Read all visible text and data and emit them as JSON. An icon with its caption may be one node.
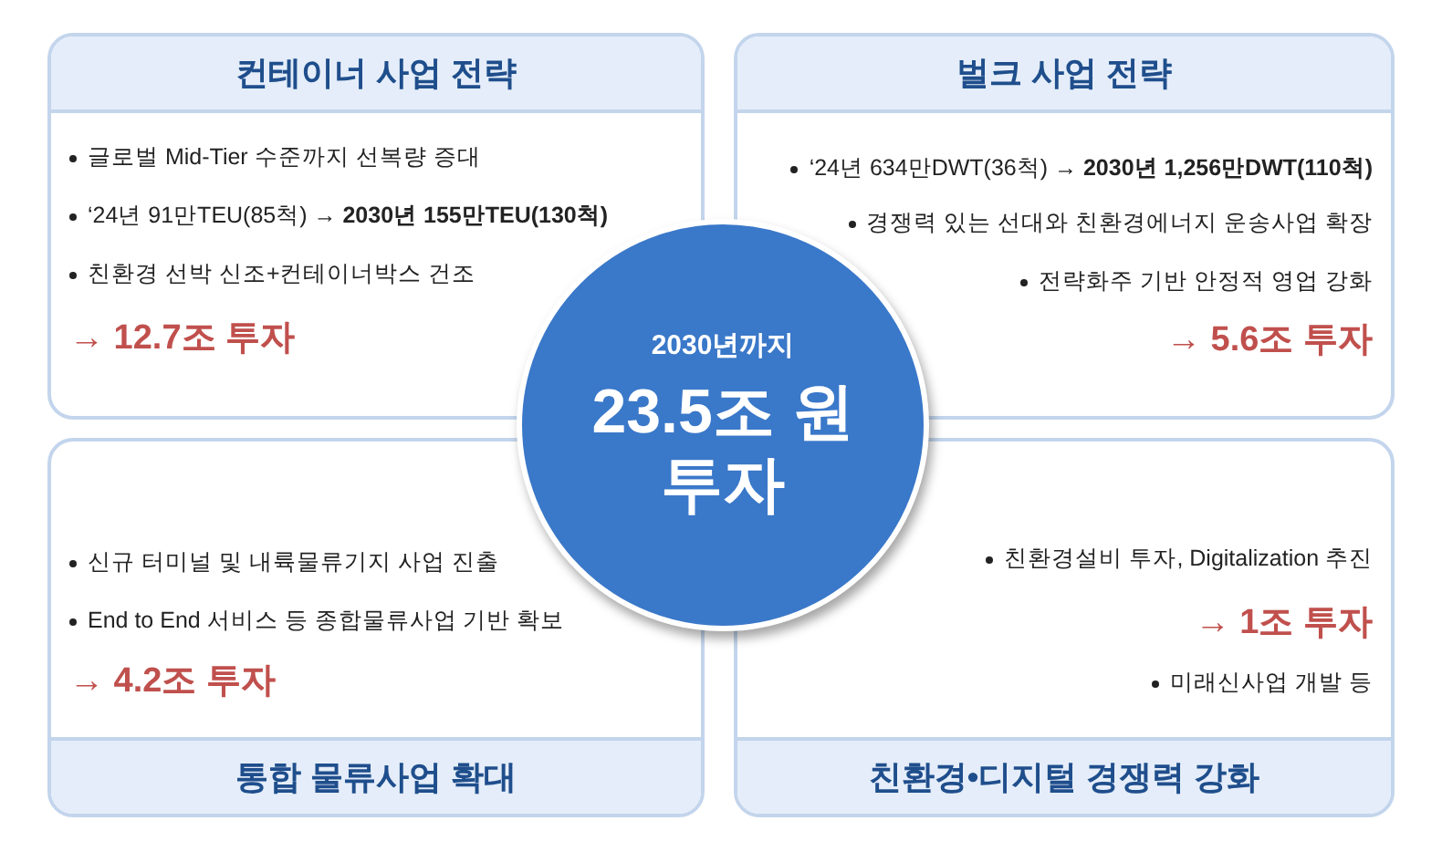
{
  "diagram": {
    "nodes": [
      {
        "text": [
          "컨테이너 사업 전략",
          "글로벌 Mid-Tier 수준까지 선복량 증대",
          "‘24년 91만TEU(85척) → **2030년 155만TEU(130척)**",
          "친환경 선박 신조+컨테이너박스 건조",
          "→ 12.7조 투자"
        ]
      },
      {
        "text": [
          "벌크 사업 전략",
          "‘24년 634만DWT(36척) → **2030년 1,256만DWT(110척)**",
          "경쟁력 있는 선대와 친환경에너지 운송사업 확장",
          "전략화주 기반 안정적 영업 강화",
          "→ 5.6조 투자"
        ]
      },
      {
        "text": [
          "2030년까지",
          "23.5조 원 투자"
        ]
      },
      {
        "text": [
          "신규 터미널 및 내륙물류기지 사업 진출",
          "End to End 서비스 등 종합물류사업 기반 확보",
          "→ 4.2조 투자",
          "통합 물류사업 확대"
        ]
      },
      {
        "text": [
          "친환경설비 투자, Digitalization 추진",
          "→ 1조 투자",
          "미래신사업 개발 등",
          "친환경•디지털 경쟁력 강화"
        ]
      }
    ]
  }
}
